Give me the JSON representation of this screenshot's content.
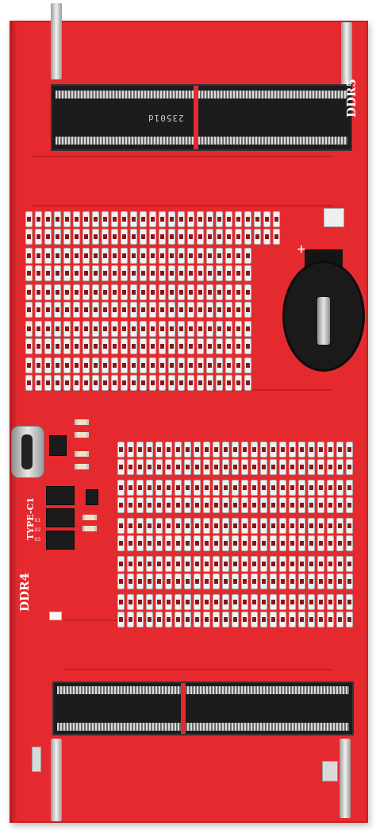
{
  "board": {
    "top_slot_label": "DDR5",
    "bottom_slot_label": "DDR4",
    "slot_marking": "23501d",
    "usb_label": "TYPE-C1",
    "battery_polarity": "+",
    "diode_labels": [
      "D1",
      "D2",
      "D3"
    ]
  },
  "colors": {
    "pcb": "#e42a2e",
    "slot": "#1c1c1c",
    "pads": "#f2f2f2"
  }
}
